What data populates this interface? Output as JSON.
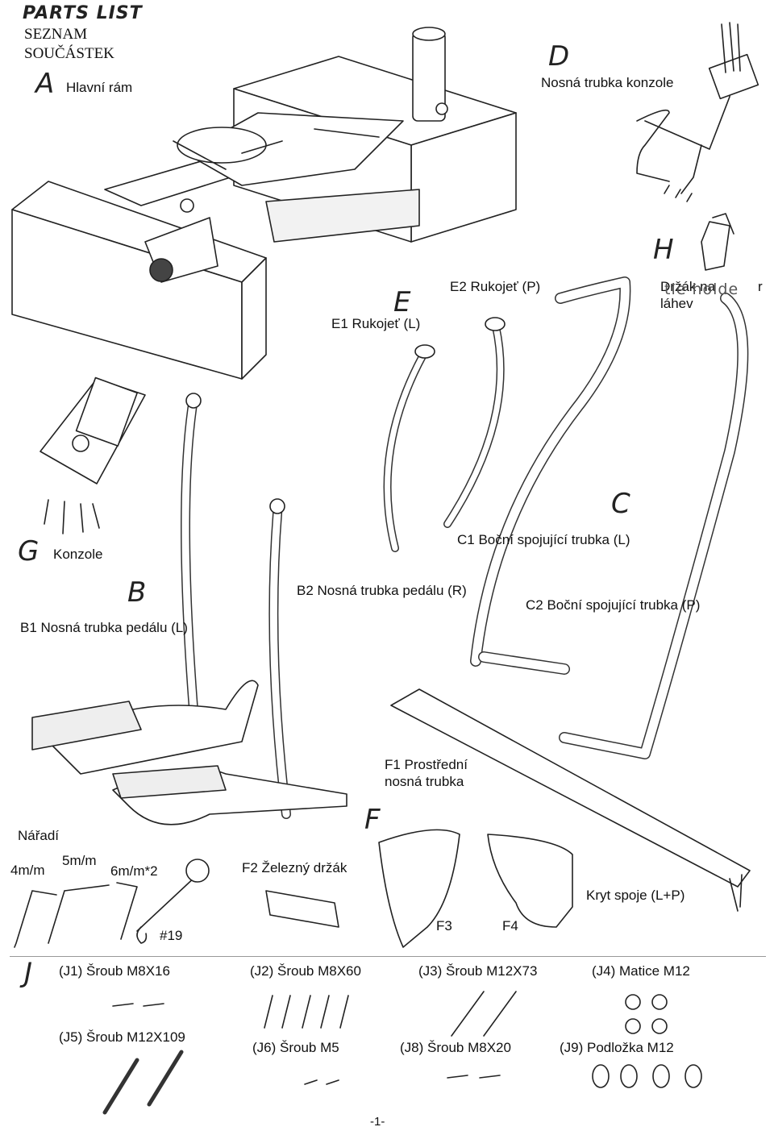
{
  "header": {
    "logo_text": "PARTS LIST",
    "title_line1": "SEZNAM",
    "title_line2": "SOUČÁSTEK"
  },
  "parts": {
    "A": {
      "letter": "A",
      "label": "Hlavní rám"
    },
    "D": {
      "letter": "D",
      "label": "Nosná trubka konzole"
    },
    "E": {
      "letter": "E",
      "e1": "E1 Rukojeť (L)",
      "e2": "E2 Rukojeť (P)"
    },
    "H": {
      "letter": "H",
      "label_line1": "Držák na",
      "label_line2": "láhev",
      "overlay_text": "tle holde",
      "trailing": "r"
    },
    "G": {
      "letter": "G",
      "label": "Konzole"
    },
    "C": {
      "letter": "C",
      "c1": "C1 Boční spojující trubka (L)",
      "c2": "C2 Boční spojující trubka (P)"
    },
    "B": {
      "letter": "B",
      "b1": "B1 Nosná trubka pedálu (L)",
      "b2": "B2 Nosná trubka pedálu (R)"
    },
    "F": {
      "letter": "F",
      "f1_line1": "F1 Prostřední",
      "f1_line2": "nosná trubka",
      "f2": "F2 Železný držák",
      "f3": "F3",
      "f4": "F4",
      "cover": "Kryt spoje (L+P)"
    },
    "tools": {
      "title": "Nářadí",
      "t1": "4m/m",
      "t2": "5m/m",
      "t3": "6m/m*2",
      "t4": "#19"
    },
    "J": {
      "letter": "J",
      "j1": "(J1) Šroub M8X16",
      "j2": "(J2) Šroub M8X60",
      "j3": "(J3) Šroub M12X73",
      "j4": "(J4) Matice M12",
      "j5": "(J5) Šroub M12X109",
      "j6": "(J6) Šroub M5",
      "j8": "(J8) Šroub M8X20",
      "j9": "(J9) Podložka M12"
    }
  },
  "footer": {
    "page": "-1-"
  }
}
